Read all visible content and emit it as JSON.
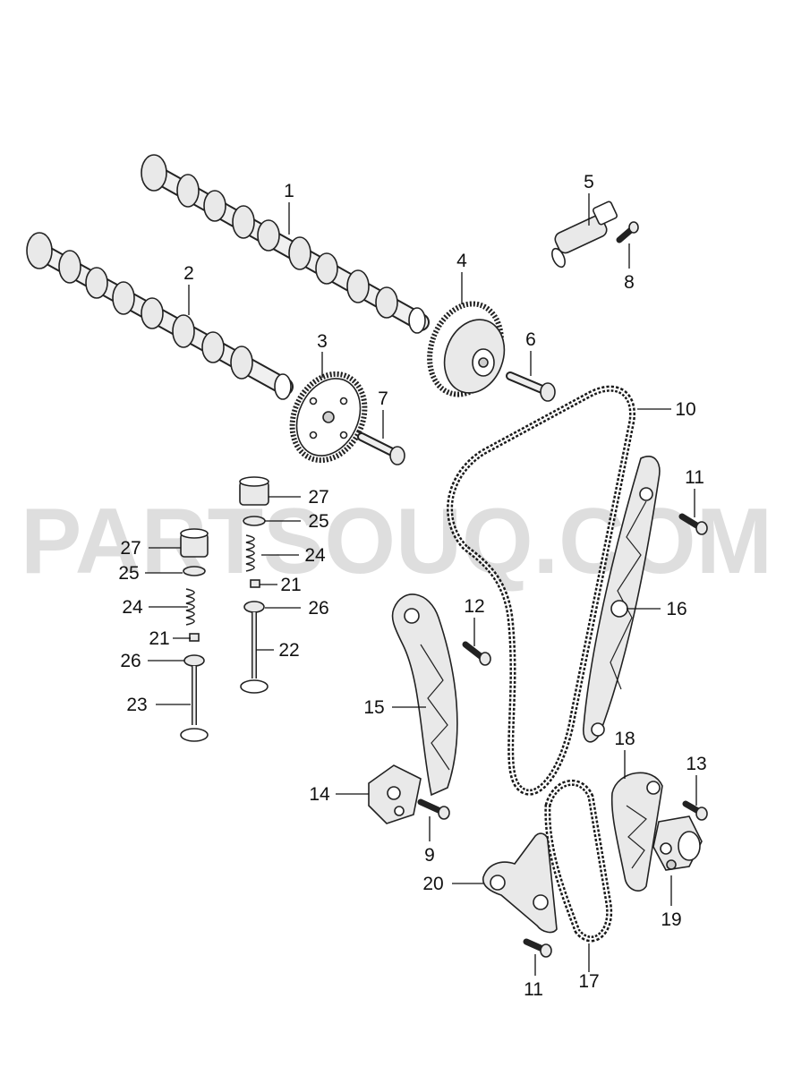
{
  "watermark": "PARTSOUQ.COM",
  "callouts": {
    "c1": "1",
    "c2": "2",
    "c3": "3",
    "c4": "4",
    "c5": "5",
    "c6": "6",
    "c7": "7",
    "c8": "8",
    "c9": "9",
    "c10": "10",
    "c11a": "11",
    "c11b": "11",
    "c12": "12",
    "c13": "13",
    "c14": "14",
    "c15": "15",
    "c16": "16",
    "c17": "17",
    "c18": "18",
    "c19": "19",
    "c20": "20",
    "c21a": "21",
    "c21b": "21",
    "c22": "22",
    "c23": "23",
    "c24a": "24",
    "c24b": "24",
    "c25a": "25",
    "c25b": "25",
    "c26a": "26",
    "c26b": "26",
    "c27a": "27",
    "c27b": "27"
  }
}
